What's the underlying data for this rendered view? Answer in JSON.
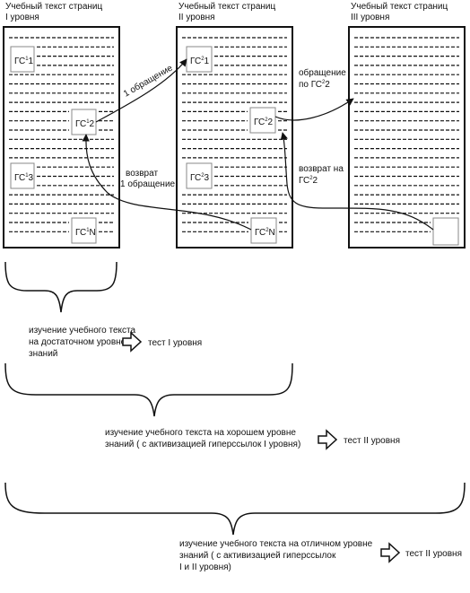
{
  "columns": [
    {
      "title_line1": "Учебный текст страниц",
      "title_line2": "I уровня"
    },
    {
      "title_line1": "Учебный текст страниц",
      "title_line2": "II уровня"
    },
    {
      "title_line1": "Учебный текст страниц",
      "title_line2": "III уровня"
    }
  ],
  "nodes": {
    "l1_1": {
      "base": "ГС",
      "sup": "1",
      "sub": "1"
    },
    "l1_2": {
      "base": "ГС",
      "sup": "1",
      "sub": "2"
    },
    "l1_3": {
      "base": "ГС",
      "sup": "1",
      "sub": "3"
    },
    "l1_n": {
      "base": "ГС",
      "sup": "1",
      "sub": "N"
    },
    "l2_1": {
      "base": "ГС",
      "sup": "2",
      "sub": "1"
    },
    "l2_2": {
      "base": "ГС",
      "sup": "2",
      "sub": "2"
    },
    "l2_3": {
      "base": "ГС",
      "sup": "2",
      "sub": "3"
    },
    "l2_n": {
      "base": "ГС",
      "sup": "2",
      "sub": "N"
    }
  },
  "arrows": {
    "call_1": "1 обращение",
    "return_1_line1": "возврат",
    "return_1_line2": "1 обращение",
    "call_2_line1": "обращение",
    "call_2_line2": "по ГС",
    "call_2_sup": "2",
    "call_2_tail": "2",
    "return_2_line1": "возврат на",
    "return_2_line2": "ГС",
    "return_2_sup": "2",
    "return_2_tail": "2"
  },
  "levels": [
    {
      "lines": [
        "изучение учебного текста",
        "на достаточном уровне",
        "знаний"
      ],
      "test": "тест I уровня"
    },
    {
      "lines": [
        "изучение учебного текста на хорошем уровне",
        "знаний ( с активизацией гиперссылок I уровня)"
      ],
      "test": "тест II уровня"
    },
    {
      "lines": [
        "изучение учебного текста на отличном уровне",
        "знаний ( с активизацией гиперссылок",
        "I и II уровня)"
      ],
      "test": "тест II уровня"
    }
  ]
}
